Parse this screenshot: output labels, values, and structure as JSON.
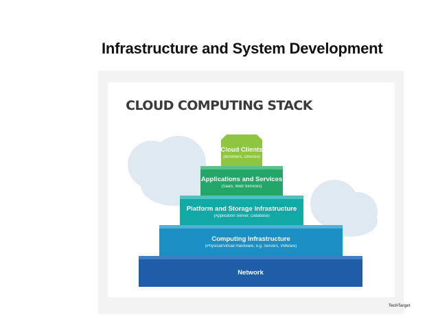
{
  "slide": {
    "title": "Infrastructure and System Development"
  },
  "diagram": {
    "title": "CLOUD COMPUTING STACK",
    "layers": [
      {
        "label": "Cloud Clients",
        "sub": "(Browsers, Devices)",
        "color": "#8ec63f"
      },
      {
        "label": "Applications and Services",
        "sub": "(SaaS, Web Services)",
        "color": "#24a669"
      },
      {
        "label": "Platform and Storage Infrastructure",
        "sub": "(Application Server, Database)",
        "color": "#12a8a6"
      },
      {
        "label": "Computing Infrastructure",
        "sub": "(Physical/Virtual Hardware, e.g. Servers, VMware)",
        "color": "#1b8fc4"
      },
      {
        "label": "Network",
        "sub": "",
        "color": "#1e5ea8"
      }
    ],
    "cloud_color": "#dfe9f1",
    "brand": "TechTarget"
  }
}
